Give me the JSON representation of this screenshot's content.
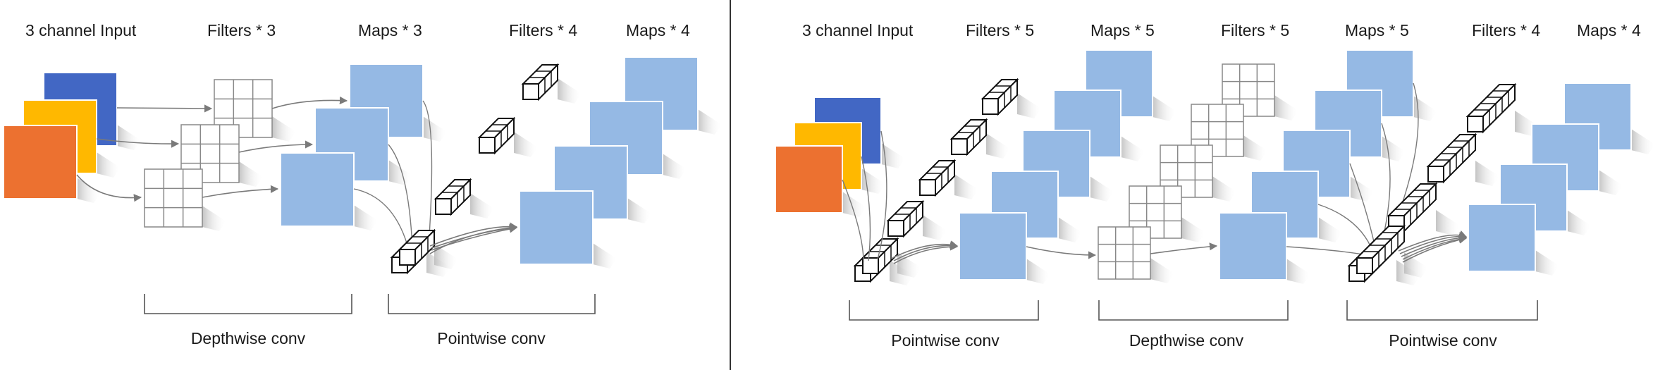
{
  "colors": {
    "input_blue": "#4267c4",
    "input_yellow": "#ffb800",
    "input_orange": "#ec7130",
    "map_blue": "#95b9e4",
    "line": "#7a7a7a"
  },
  "left_diagram": {
    "header_labels": [
      "3 channel Input",
      "Filters * 3",
      "Maps * 3",
      "Filters * 4",
      "Maps * 4"
    ],
    "section_labels": [
      "Depthwise conv",
      "Pointwise conv"
    ]
  },
  "right_diagram": {
    "header_labels": [
      "3 channel Input",
      "Filters * 5",
      "Maps * 5",
      "Filters * 5",
      "Maps * 5",
      "Filters * 4",
      "Maps * 4"
    ],
    "section_labels": [
      "Pointwise conv",
      "Depthwise conv",
      "Pointwise conv"
    ]
  }
}
